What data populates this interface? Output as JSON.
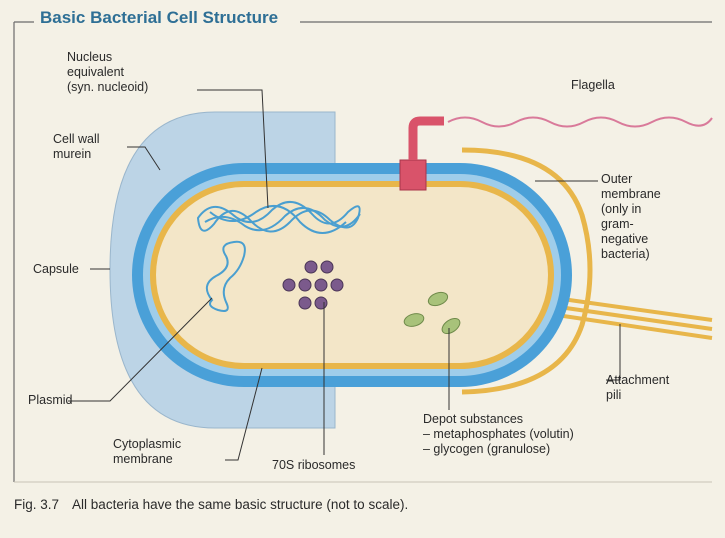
{
  "title": "Basic Bacterial Cell Structure",
  "labels": {
    "nucleus_1": "Nucleus",
    "nucleus_2": "equivalent",
    "nucleus_3": "(syn. nucleoid)",
    "cellwall_1": "Cell wall",
    "cellwall_2": "murein",
    "capsule": "Capsule",
    "plasmid": "Plasmid",
    "cytoplasmic_1": "Cytoplasmic",
    "cytoplasmic_2": "membrane",
    "ribosomes": "70S ribosomes",
    "depot_1": "Depot substances",
    "depot_2": "– metaphosphates (volutin)",
    "depot_3": "– glycogen (granulose)",
    "flagella": "Flagella",
    "outer_1": "Outer",
    "outer_2": "membrane",
    "outer_3": "(only in",
    "outer_4": "gram-",
    "outer_5": "negative",
    "outer_6": "bacteria)",
    "pili_1": "Attachment",
    "pili_2": "pili"
  },
  "caption": {
    "number": "Fig. 3.7",
    "text": "All bacteria have the same basic structure (not to scale)."
  },
  "colors": {
    "capsule": "#bcd4e6",
    "cell_wall": "#4aa0d8",
    "membrane": "#e8b64a",
    "cytoplasm": "#f3e6c8",
    "flagellum_base": "#d9536a",
    "ribosome": "#7b5a8c",
    "granule": "#a8c27a",
    "flagellum": "#d97a9a"
  }
}
